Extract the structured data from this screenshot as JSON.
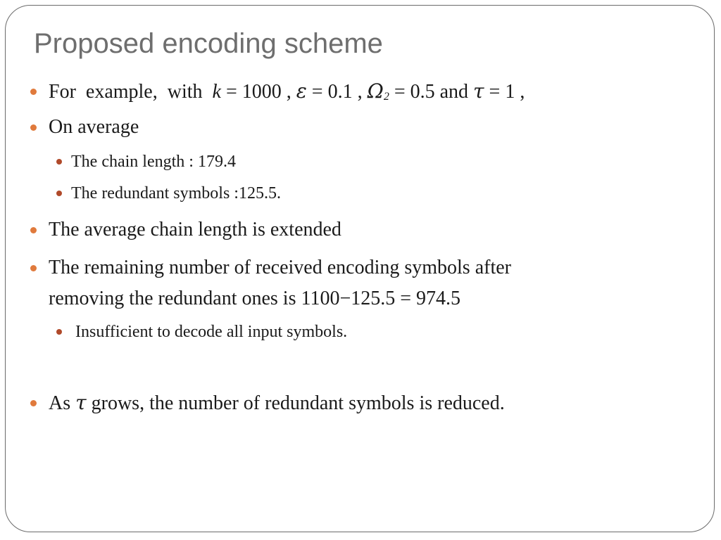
{
  "title": "Proposed encoding scheme",
  "items": {
    "example": {
      "lead": "For  example,  with  ",
      "k_var": "k",
      "k_eq": " = 1000 , ",
      "eps_var": "ε",
      "eps_eq": " = 0.1 , ",
      "omega_var": "Ω",
      "omega_sub": "2",
      "omega_eq": " = 0.5 and ",
      "tau_var": "τ",
      "tau_eq": " = 1 ,"
    },
    "on_average": "On  average",
    "chain_length": "The chain  length  : 179.4",
    "redundant_symbols": "The redundant symbols :125.5.",
    "avg_extended": "The average chain length is extended",
    "remaining_line1": "The remaining number of received encoding symbols after",
    "remaining_line2": "removing the redundant ones is 1100−125.5 = 974.5",
    "insufficient": "Insufficient to decode all input symbols.",
    "tau_grows": {
      "lead": "As ",
      "tau_var": "τ",
      "rest": " grows, the number of redundant symbols is reduced."
    }
  },
  "colors": {
    "bullet_level1": "#e07a3c",
    "bullet_level2": "#b04a2a",
    "title": "#6e6e6e",
    "text": "#1a1a1a",
    "border": "#6b6b6b"
  }
}
